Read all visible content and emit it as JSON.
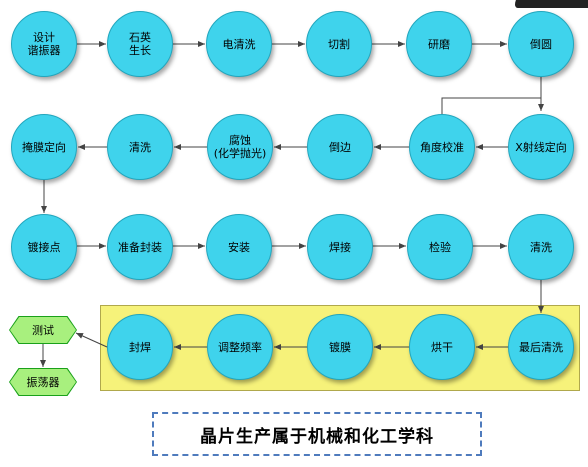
{
  "diagram": {
    "nodes": {
      "n1": "设计\n谐振器",
      "n2": "石英\n生长",
      "n3": "电清洗",
      "n4": "切割",
      "n5": "研磨",
      "n6": "倒圆",
      "n7": "X射线定向",
      "n8": "角度校准",
      "n9": "倒边",
      "n10": "腐蚀\n(化学抛光)",
      "n11": "清洗",
      "n12": "掩膜定向",
      "n13": "镀接点",
      "n14": "准备封装",
      "n15": "安装",
      "n16": "焊接",
      "n17": "检验",
      "n18": "清洗",
      "n19": "最后清洗",
      "n20": "烘干",
      "n21": "镀膜",
      "n22": "调整频率",
      "n23": "封焊"
    },
    "terminals": {
      "test": "测试",
      "oscillator": "振荡器"
    },
    "caption": "晶片生产属于机械和化工学科"
  },
  "colors": {
    "node_fill": "#3fd3ec",
    "terminal_fill": "#a8f07e",
    "highlight_band": "#f6f27a",
    "caption_border": "#4f7bbd"
  }
}
